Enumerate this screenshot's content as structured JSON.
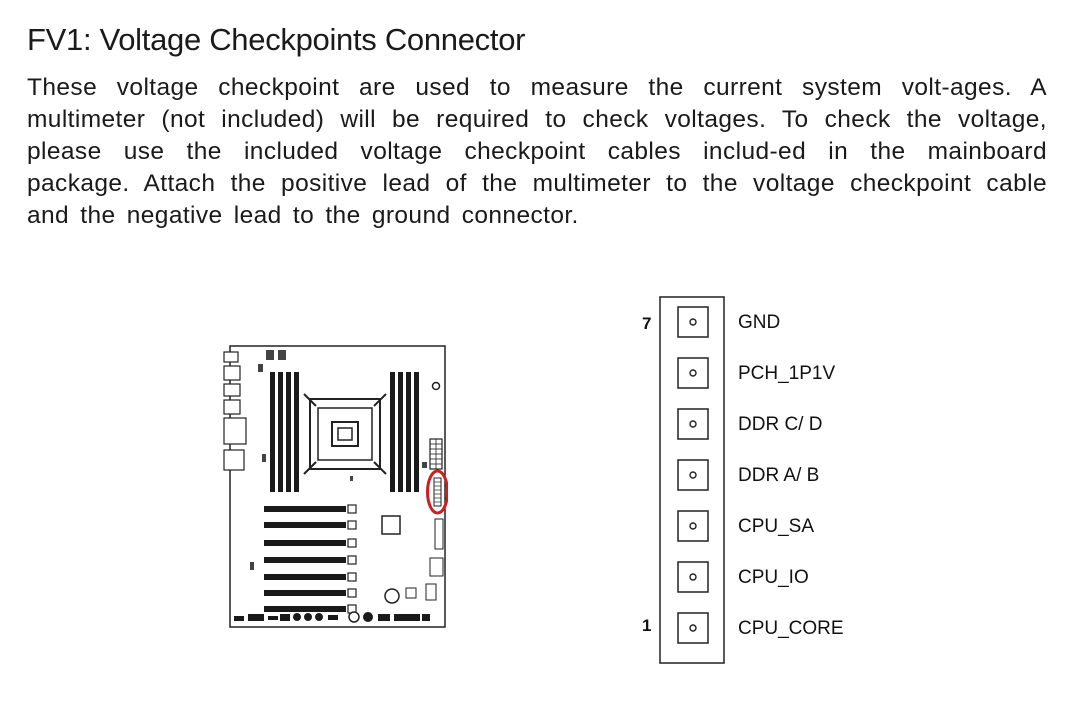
{
  "heading": {
    "title": "FV1: Voltage Checkpoints Connector"
  },
  "description": {
    "text": "These voltage checkpoint are used to measure the current system volt-ages. A multimeter (not included) will be required to check voltages. To check the voltage, please use the included voltage checkpoint cables includ-ed in the mainboard package. Attach the positive lead of the multimeter to the voltage checkpoint cable and the negative lead to the ground connector."
  },
  "pinout": {
    "top_pin_number": "7",
    "bottom_pin_number": "1",
    "pins": [
      {
        "label": "GND"
      },
      {
        "label": "PCH_1P1V"
      },
      {
        "label": "DDR C/ D"
      },
      {
        "label": "DDR A/ B"
      },
      {
        "label": "CPU_SA"
      },
      {
        "label": "CPU_IO"
      },
      {
        "label": "CPU_CORE"
      }
    ]
  },
  "highlight_color": "#cc1f1f"
}
